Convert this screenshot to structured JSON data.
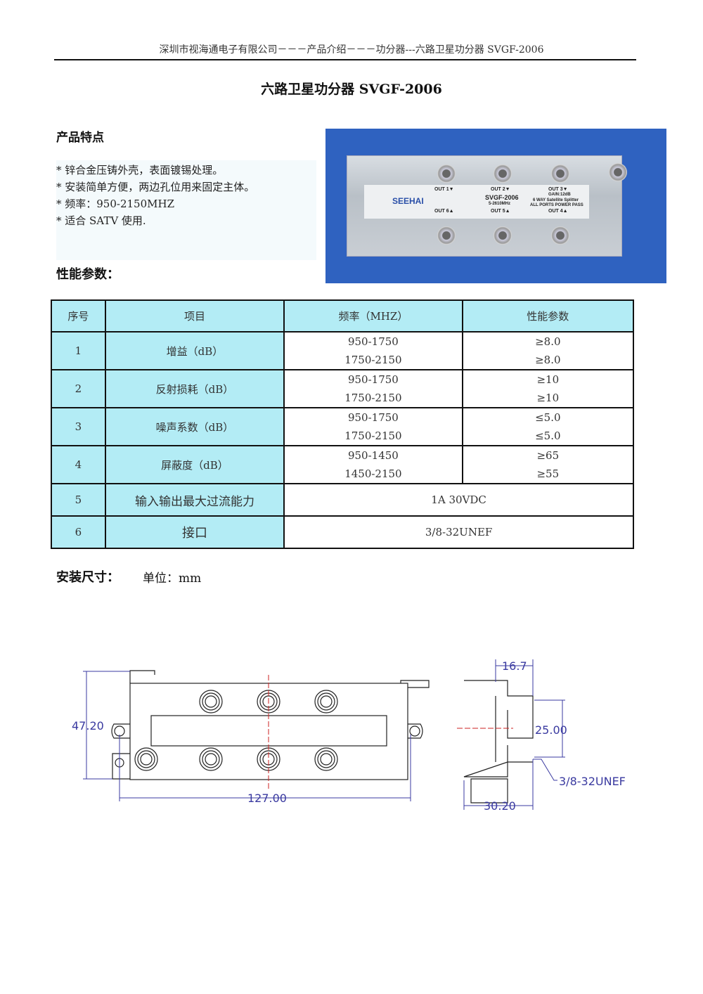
{
  "header": {
    "breadcrumb": "深圳市视海通电子有限公司－－－产品介绍－－－功分器---六路卫星功分器 SVGF-2006"
  },
  "title": "六路卫星功分器 SVGF-2006",
  "features": {
    "heading": "产品特点",
    "items": [
      "* 锌合金压铸外壳，表面镀锡处理。",
      "* 安装简单方便，两边孔位用来固定主体。",
      "* 频率：950-2150MHZ",
      "* 适合 SATV 使用."
    ]
  },
  "photo": {
    "brand": "SEEHAI",
    "model": "SVGF-2006",
    "freq": "5-2610MHz",
    "gain": "GAIN:12dB",
    "desc1": "6 WAY Satellite Splitter",
    "desc2": "ALL PORTS POWER PASS",
    "out1": "OUT 1▼",
    "out2": "OUT 2▼",
    "out3": "OUT 3▼",
    "out4": "OUT 4▲",
    "out5": "OUT 5▲",
    "out6": "OUT 6▲"
  },
  "specs": {
    "heading": "性能参数：",
    "columns": [
      "序号",
      "项目",
      "频率（MHZ）",
      "性能参数"
    ],
    "rows": [
      {
        "no": "1",
        "item": "增益（dB）",
        "freq": [
          "950-1750",
          "1750-2150"
        ],
        "value": [
          "≥8.0",
          "≥8.0"
        ]
      },
      {
        "no": "2",
        "item": "反射损耗（dB）",
        "freq": [
          "950-1750",
          "1750-2150"
        ],
        "value": [
          "≥10",
          "≥10"
        ]
      },
      {
        "no": "3",
        "item": "噪声系数（dB）",
        "freq": [
          "950-1750",
          "1750-2150"
        ],
        "value": [
          "≤5.0",
          "≤5.0"
        ]
      },
      {
        "no": "4",
        "item": "屏蔽度（dB）",
        "freq": [
          "950-1450",
          "1450-2150"
        ],
        "value": [
          "≥65",
          "≥55"
        ]
      },
      {
        "no": "5",
        "item": "输入输出最大过流能力",
        "merged": "1A 30VDC"
      },
      {
        "no": "6",
        "item": "接口",
        "merged": "3/8-32UNEF"
      }
    ]
  },
  "install": {
    "heading": "安装尺寸：",
    "unit": "单位：mm"
  },
  "drawing": {
    "height": "47.20",
    "width": "127.00",
    "depth_top": "16.7",
    "spacing": "25.00",
    "connector": "3/8-32UNEF",
    "depth": "30.20"
  }
}
